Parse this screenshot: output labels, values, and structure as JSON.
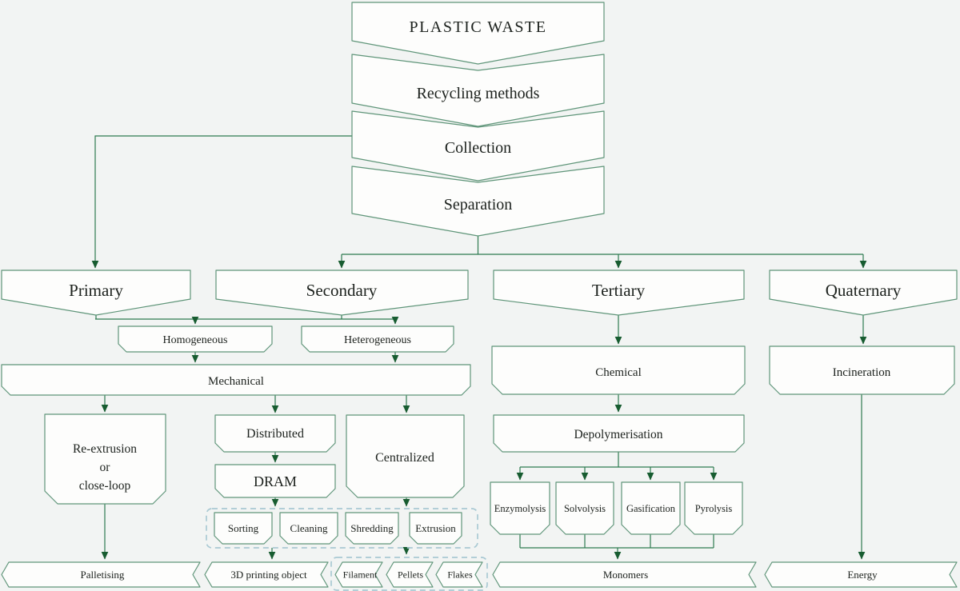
{
  "colors": {
    "background": "#f2f4f3",
    "shape_fill": "#fdfdfc",
    "shape_stroke": "#5f9579",
    "line": "#2e7a50",
    "arrow": "#175c30",
    "dashed_border": "#a9c9d3",
    "text": "#1c211d"
  },
  "funnel": [
    "PLASTIC WASTE",
    "Recycling methods",
    "Collection",
    "Separation"
  ],
  "categories": [
    "Primary",
    "Secondary",
    "Tertiary",
    "Quaternary"
  ],
  "nodes": {
    "homogeneous": "Homogeneous",
    "heterogeneous": "Heterogeneous",
    "mechanical": "Mechanical",
    "re_extrusion": [
      "Re-extrusion",
      "or",
      "close-loop"
    ],
    "distributed": "Distributed",
    "dram": "DRAM",
    "centralized": "Centralized",
    "sorting": "Sorting",
    "cleaning": "Cleaning",
    "shredding": "Shredding",
    "extrusion": "Extrusion",
    "chemical": "Chemical",
    "depolymerisation": "Depolymerisation",
    "enzymolysis": "Enzymolysis",
    "solvolysis": "Solvolysis",
    "gasification": "Gasification",
    "pyrolysis": "Pyrolysis",
    "incineration": "Incineration"
  },
  "outputs": {
    "palletising": "Palletising",
    "printing_object": "3D printing object",
    "filament": "Filament",
    "pellets": "Pellets",
    "flakes": "Flakes",
    "monomers": "Monomers",
    "energy": "Energy"
  }
}
